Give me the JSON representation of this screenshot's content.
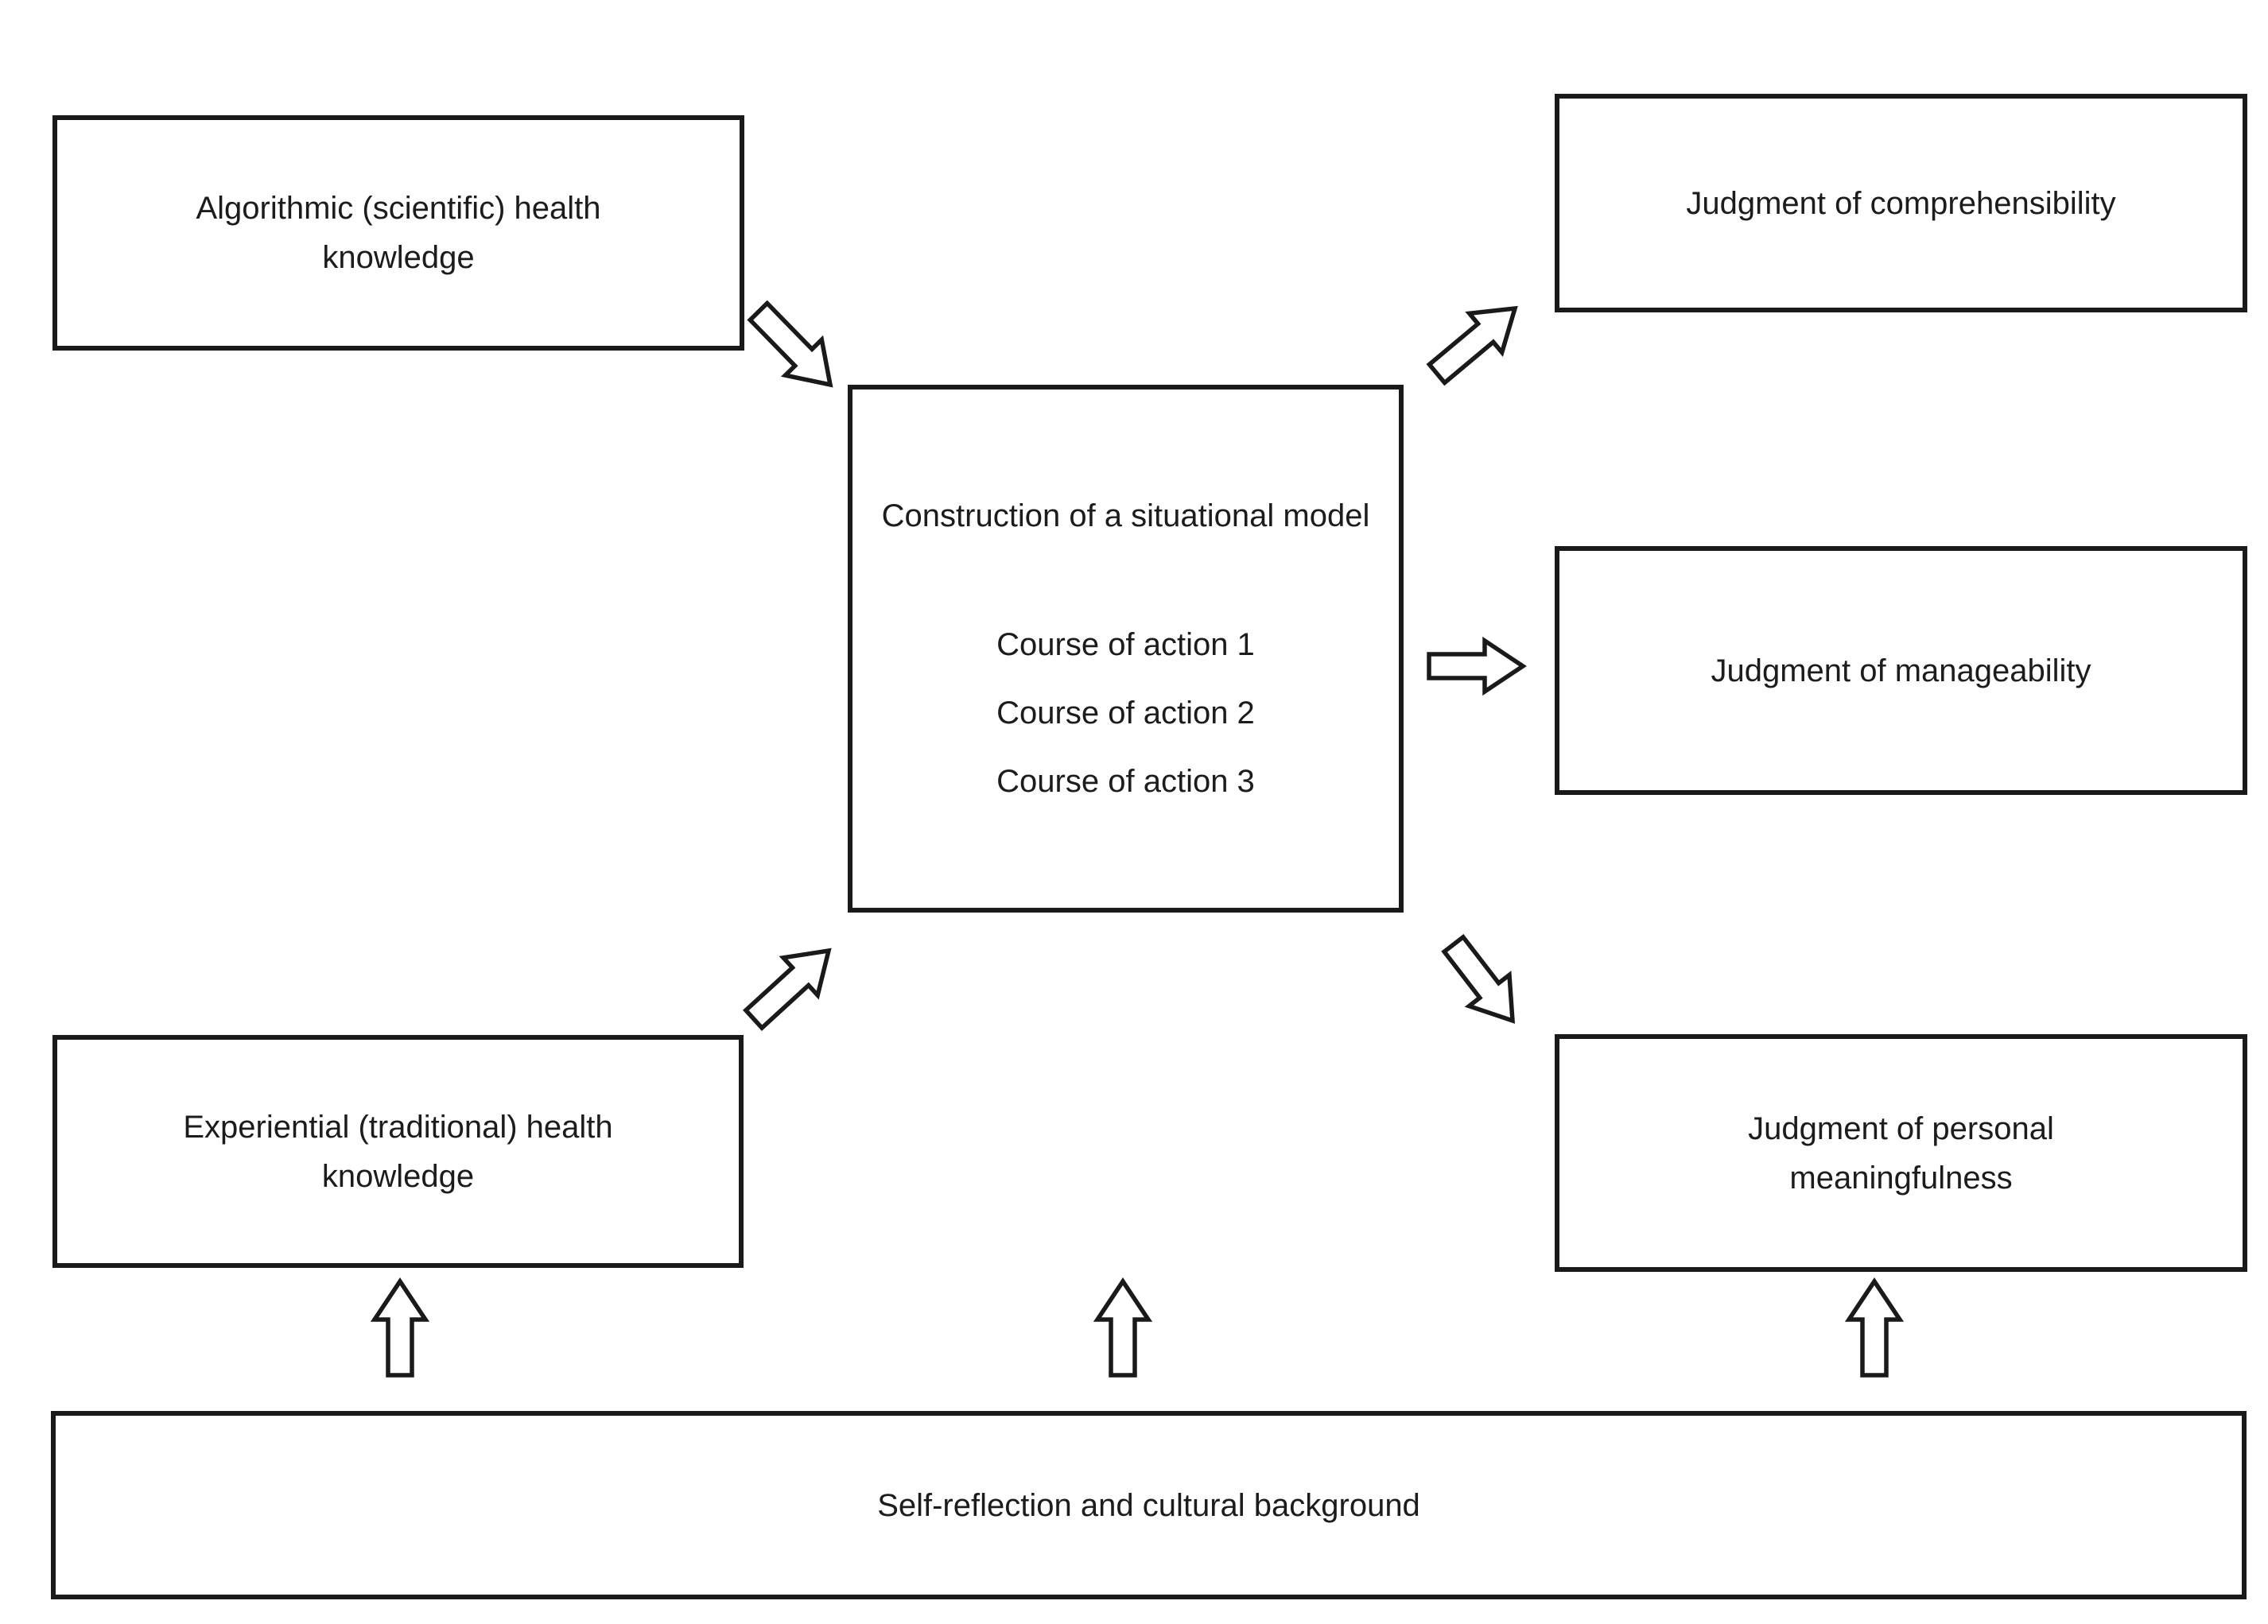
{
  "diagram": {
    "colors": {
      "background": "#ffffff",
      "line": "#1a1a1a",
      "text": "#1c1c1c",
      "arrow_fill": "#ffffff"
    },
    "boxes": {
      "algorithmic": {
        "label": "Algorithmic (scientific) health knowledge"
      },
      "comprehensibility": {
        "label": "Judgment of comprehensibility"
      },
      "situational_model": {
        "title": "Construction of a situational model",
        "items": [
          "Course of action 1",
          "Course of action 2",
          "Course of action 3"
        ]
      },
      "manageability": {
        "label": "Judgment of manageability"
      },
      "experiential": {
        "label": "Experiential (traditional) health knowledge"
      },
      "personal_meaningfulness": {
        "label": "Judgment of personal meaningfulness"
      },
      "self_reflection": {
        "label": "Self-reflection and cultural background"
      }
    },
    "arrows": [
      {
        "name": "arrow-algorithmic-to-model",
        "direction": "down-right"
      },
      {
        "name": "arrow-experiential-to-model",
        "direction": "up-right"
      },
      {
        "name": "arrow-model-to-comprehensibility",
        "direction": "up-right"
      },
      {
        "name": "arrow-model-to-manageability",
        "direction": "right"
      },
      {
        "name": "arrow-model-to-meaningfulness",
        "direction": "down-right"
      },
      {
        "name": "arrow-reflection-to-experiential",
        "direction": "up"
      },
      {
        "name": "arrow-reflection-to-model",
        "direction": "up"
      },
      {
        "name": "arrow-reflection-to-meaningfulness",
        "direction": "up"
      }
    ]
  }
}
